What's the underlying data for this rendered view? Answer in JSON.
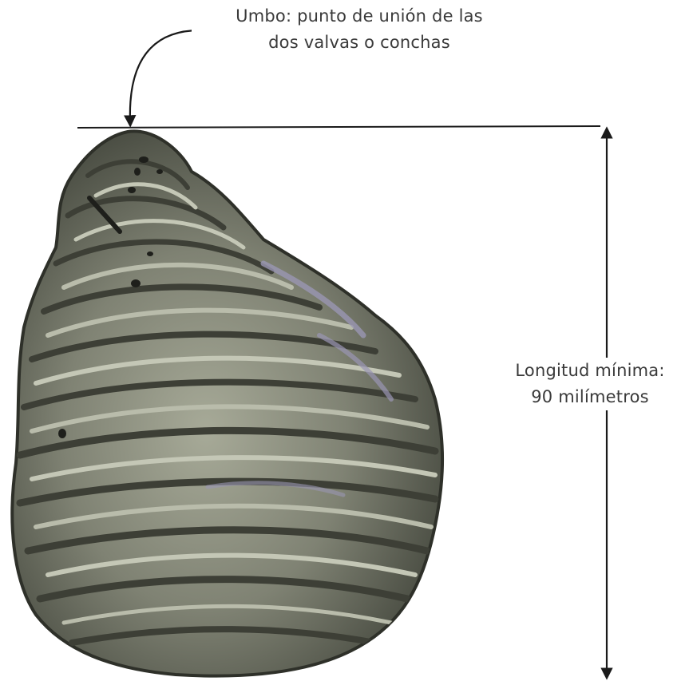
{
  "annotations": {
    "umbo": {
      "line1": "Umbo: punto de unión de las",
      "line2": "dos valvas o conchas"
    },
    "length": {
      "line1": "Longitud mínima:",
      "line2": "90 milímetros"
    }
  },
  "colors": {
    "shell_dark": "#3d3f36",
    "shell_mid": "#7a7c6e",
    "shell_light": "#b9bcab",
    "shell_purple": "#9a96b3",
    "line": "#1a1a1a",
    "text": "#3a3a3a"
  }
}
